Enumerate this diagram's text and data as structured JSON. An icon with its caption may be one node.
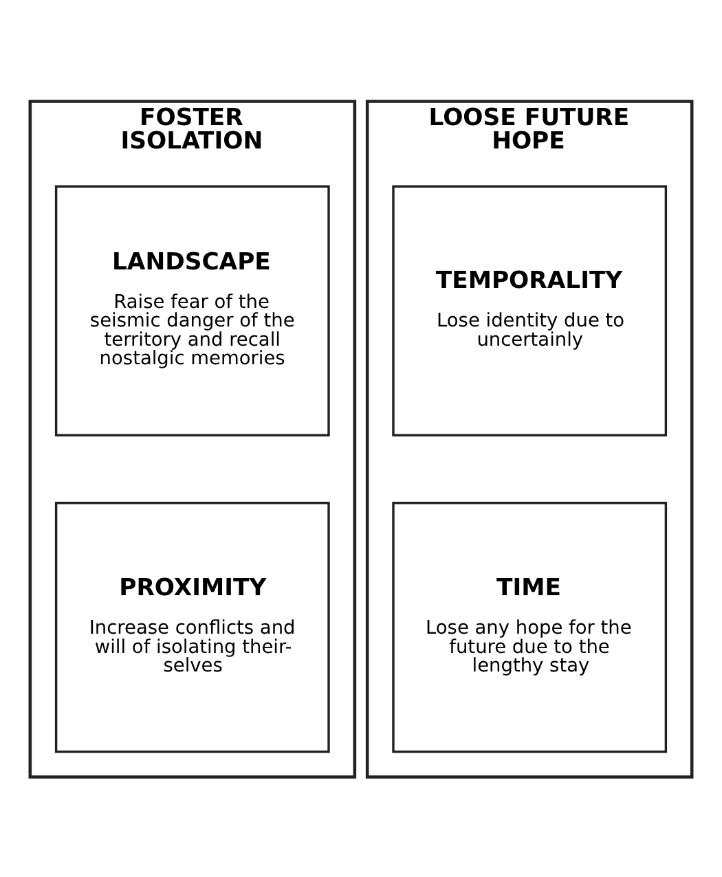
{
  "diagram": {
    "nodes": [
      {
        "text": [
          "FOSTER ISOLATION"
        ]
      },
      {
        "text": [
          "LANDSCAPE",
          "Raise fear of the seismic danger of the territory and recall nostalgic memories"
        ],
        "in": 0
      },
      {
        "text": [
          "PROXIMITY",
          "Increase conflicts and will of isolating their-selves"
        ],
        "in": 0
      },
      {
        "text": [
          "LOOSE FUTURE HOPE"
        ]
      },
      {
        "text": [
          "TEMPORALITY",
          "Lose identity due to uncertainly"
        ],
        "in": 3
      },
      {
        "text": [
          "TIME",
          "Lose any hope for the future due to the lengthy stay"
        ],
        "in": 3
      }
    ],
    "edges": []
  }
}
